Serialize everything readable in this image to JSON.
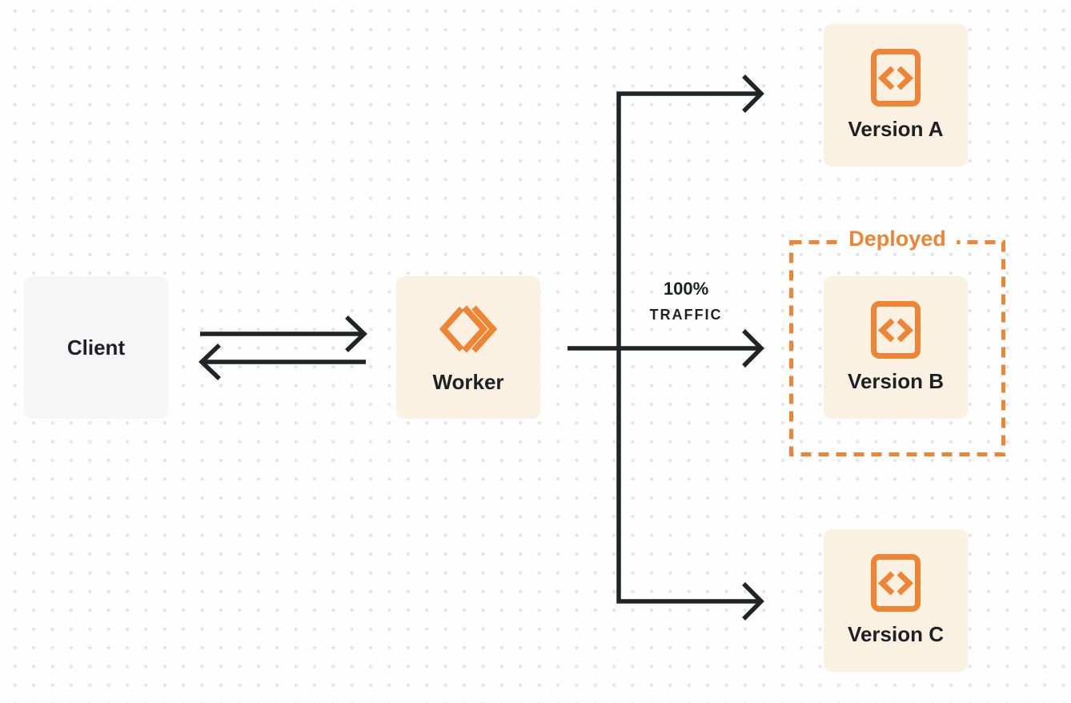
{
  "colors": {
    "accent": "#EE8434",
    "arrow": "#222326",
    "node_fill": "#FBF1E3",
    "client_fill": "#F6F6F7",
    "text": "#1F2023",
    "page_bg": "#FEFEFE",
    "dot": "#E4E4E4"
  },
  "diagram": {
    "client": {
      "label": "Client"
    },
    "worker": {
      "label": "Worker",
      "icon": "worker-double-chevron-icon"
    },
    "versions": [
      {
        "label": "Version A",
        "icon": "code-file-icon"
      },
      {
        "label": "Version B",
        "icon": "code-file-icon",
        "deployed": true
      },
      {
        "label": "Version C",
        "icon": "code-file-icon"
      }
    ],
    "deployed_badge": "Deployed",
    "traffic": {
      "line1": "100%",
      "line2": "TRAFFIC"
    }
  }
}
